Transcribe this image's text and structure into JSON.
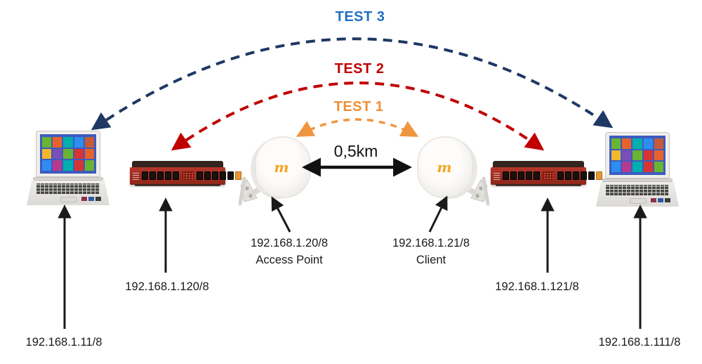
{
  "diagram": {
    "title_hint": "Wireless link test topology",
    "tests": [
      {
        "id": "test1",
        "label": "TEST 1",
        "label_color": "#EE8F33",
        "arc_color": "#F0953F"
      },
      {
        "id": "test2",
        "label": "TEST 2",
        "label_color": "#C00000",
        "arc_color": "#C00000"
      },
      {
        "id": "test3",
        "label": "TEST 3",
        "label_color": "#1F6FC4",
        "arc_color": "#1F3864"
      }
    ],
    "distance": {
      "label": "0,5km"
    },
    "nodes": [
      {
        "id": "laptop-left",
        "type": "laptop",
        "ip": "192.168.1.11/8"
      },
      {
        "id": "router-left",
        "type": "router",
        "ip": "192.168.1.120/8"
      },
      {
        "id": "antenna-ap",
        "type": "antenna",
        "ip": "192.168.1.20/8",
        "role": "Access Point"
      },
      {
        "id": "antenna-client",
        "type": "antenna",
        "ip": "192.168.1.21/8",
        "role": "Client"
      },
      {
        "id": "router-right",
        "type": "router",
        "ip": "192.168.1.121/8"
      },
      {
        "id": "laptop-right",
        "type": "laptop",
        "ip": "192.168.1.111/8"
      }
    ],
    "logo_glyph": "m",
    "colors": {
      "background": "#FFFFFF",
      "arrow_black": "#1a1a1a",
      "router_red": "#A93226",
      "mimosa_orange": "#F5A623",
      "win8_screen_blue": "#3D5BBF"
    }
  }
}
